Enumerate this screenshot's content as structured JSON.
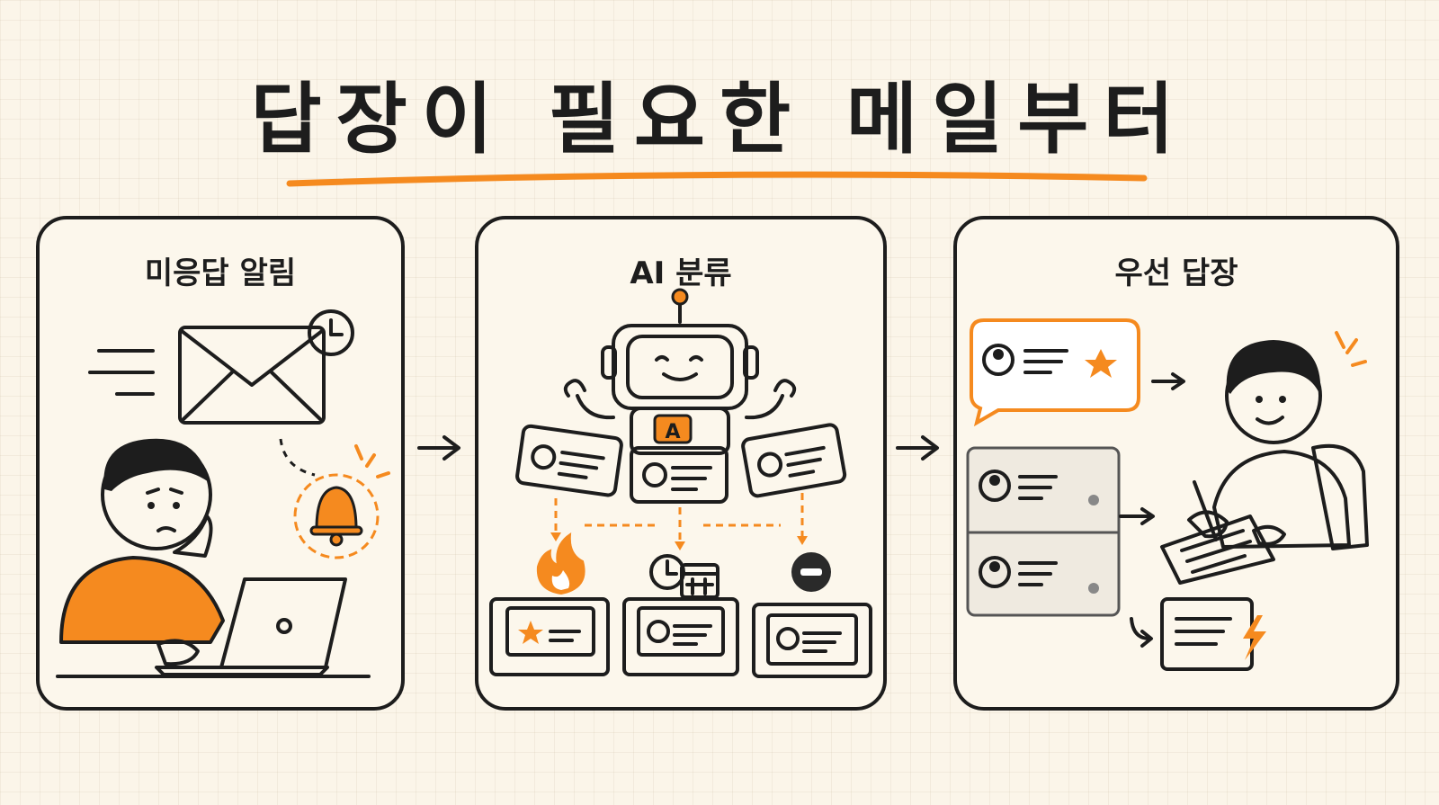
{
  "title": "답장이 필요한 메일부터",
  "panels": [
    {
      "title": "미응답 알림"
    },
    {
      "title": "AI 분류",
      "robot_badge": "A"
    },
    {
      "title": "우선 답장"
    }
  ],
  "colors": {
    "accent": "#f58a1f",
    "ink": "#1d1d1d",
    "yellow": "#f7b731",
    "gray": "#9a9a9a",
    "background": "#fbf5e9"
  }
}
